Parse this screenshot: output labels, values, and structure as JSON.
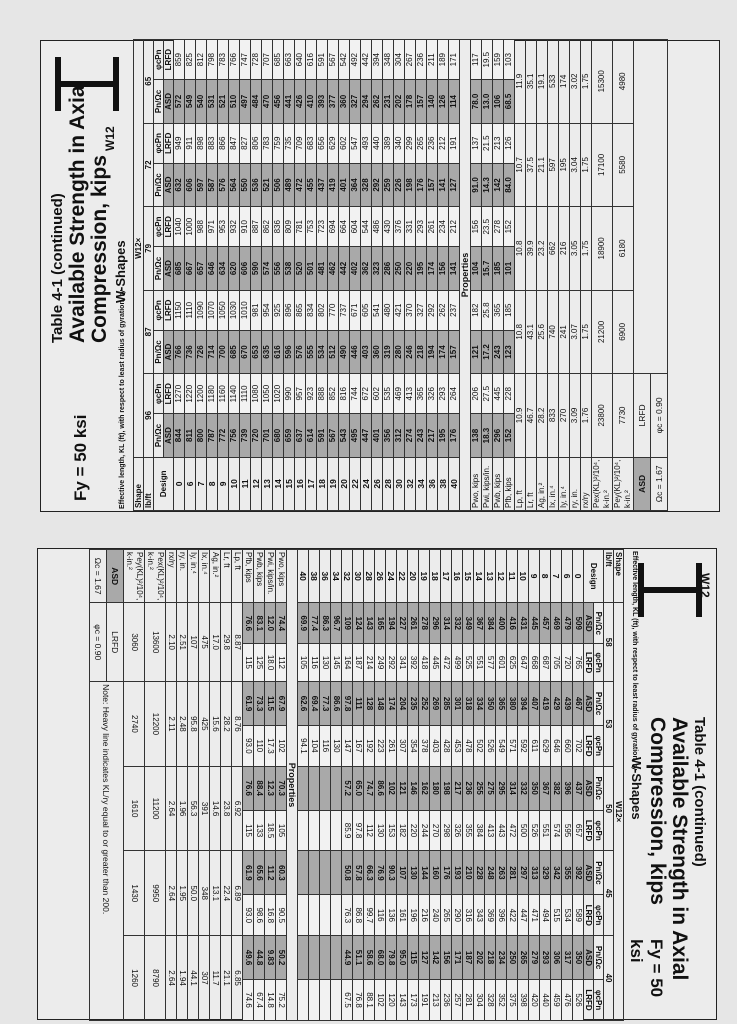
{
  "document": {
    "panels": [
      {
        "id": "upper",
        "table_title": "Table 4-1 (continued)",
        "main_title": "Available Strength in Axial Compression, kips",
        "subtitle": "W-Shapes",
        "fy": "Fy = 50 ksi",
        "shape_group": "W12",
        "shape_header": "W12×",
        "labels": {
          "shape": "Shape",
          "lbft": "lb/ft",
          "design": "Design",
          "asd_sym": "Pn/Ωc",
          "lrfd_sym": "φcPn",
          "asd": "ASD",
          "lrfd": "LRFD",
          "effective_length": "Effective length, KL (ft), with respect to least radius of gyration, ry",
          "properties": "Properties",
          "omega": "Ωc = 1.67",
          "phi": "φc = 0.90"
        },
        "weights": [
          "96",
          "87",
          "79",
          "72",
          "65"
        ],
        "kl": [
          "0",
          "6",
          "7",
          "8",
          "9",
          "10",
          "11",
          "12",
          "13",
          "14",
          "15",
          "16",
          "17",
          "18",
          "19",
          "20",
          "22",
          "24",
          "26",
          "28",
          "30",
          "32",
          "34",
          "36",
          "38",
          "40"
        ],
        "rows": [
          [
            "844",
            "1270",
            "766",
            "1150",
            "685",
            "1040",
            "632",
            "949",
            "572",
            "859"
          ],
          [
            "811",
            "1220",
            "736",
            "1110",
            "667",
            "1000",
            "606",
            "911",
            "549",
            "825"
          ],
          [
            "800",
            "1200",
            "726",
            "1090",
            "657",
            "988",
            "597",
            "898",
            "540",
            "812"
          ],
          [
            "787",
            "1180",
            "714",
            "1070",
            "646",
            "971",
            "587",
            "883",
            "531",
            "798"
          ],
          [
            "772",
            "1160",
            "700",
            "1050",
            "634",
            "953",
            "576",
            "866",
            "521",
            "783"
          ],
          [
            "756",
            "1140",
            "685",
            "1030",
            "620",
            "932",
            "564",
            "847",
            "510",
            "766"
          ],
          [
            "739",
            "1110",
            "670",
            "1010",
            "606",
            "910",
            "550",
            "827",
            "497",
            "747"
          ],
          [
            "720",
            "1080",
            "653",
            "981",
            "590",
            "887",
            "536",
            "806",
            "484",
            "728"
          ],
          [
            "701",
            "1050",
            "635",
            "954",
            "574",
            "862",
            "521",
            "783",
            "470",
            "707"
          ],
          [
            "680",
            "1020",
            "616",
            "925",
            "556",
            "836",
            "506",
            "759",
            "456",
            "685"
          ],
          [
            "659",
            "990",
            "596",
            "896",
            "538",
            "809",
            "489",
            "735",
            "441",
            "663"
          ],
          [
            "637",
            "957",
            "576",
            "865",
            "520",
            "781",
            "472",
            "709",
            "426",
            "640"
          ],
          [
            "614",
            "923",
            "555",
            "834",
            "501",
            "753",
            "455",
            "683",
            "410",
            "616"
          ],
          [
            "591",
            "888",
            "534",
            "802",
            "481",
            "723",
            "437",
            "656",
            "393",
            "591"
          ],
          [
            "567",
            "852",
            "512",
            "770",
            "462",
            "694",
            "419",
            "629",
            "377",
            "567"
          ],
          [
            "543",
            "816",
            "490",
            "737",
            "442",
            "664",
            "401",
            "602",
            "360",
            "542"
          ],
          [
            "495",
            "744",
            "446",
            "671",
            "402",
            "604",
            "364",
            "547",
            "327",
            "492"
          ],
          [
            "447",
            "672",
            "403",
            "605",
            "362",
            "544",
            "328",
            "493",
            "294",
            "442"
          ],
          [
            "401",
            "602",
            "360",
            "541",
            "323",
            "486",
            "292",
            "440",
            "262",
            "394"
          ],
          [
            "356",
            "535",
            "319",
            "480",
            "286",
            "430",
            "259",
            "389",
            "231",
            "348"
          ],
          [
            "312",
            "469",
            "280",
            "421",
            "250",
            "376",
            "226",
            "340",
            "202",
            "304"
          ],
          [
            "274",
            "413",
            "246",
            "370",
            "220",
            "331",
            "198",
            "299",
            "178",
            "267"
          ],
          [
            "243",
            "365",
            "218",
            "327",
            "195",
            "293",
            "176",
            "265",
            "157",
            "236"
          ],
          [
            "217",
            "326",
            "194",
            "292",
            "174",
            "261",
            "157",
            "236",
            "140",
            "211"
          ],
          [
            "195",
            "293",
            "174",
            "262",
            "156",
            "234",
            "141",
            "212",
            "126",
            "189"
          ],
          [
            "176",
            "264",
            "157",
            "237",
            "141",
            "212",
            "127",
            "191",
            "114",
            "171"
          ]
        ],
        "prop_labels_a": [
          "Pwo, kips",
          "Pwi, kips/in.",
          "Pwb, kips",
          "Pfb, kips"
        ],
        "prop_a": [
          [
            "138",
            "206",
            "121",
            "182",
            "104",
            "156",
            "91.0",
            "137",
            "78.0",
            "117"
          ],
          [
            "18.3",
            "27.5",
            "17.2",
            "25.8",
            "15.7",
            "23.5",
            "14.3",
            "21.5",
            "13.0",
            "19.5"
          ],
          [
            "296",
            "445",
            "243",
            "365",
            "185",
            "278",
            "142",
            "213",
            "106",
            "159"
          ],
          [
            "152",
            "228",
            "123",
            "185",
            "101",
            "152",
            "84.0",
            "126",
            "68.5",
            "103"
          ]
        ],
        "prop_labels_b": [
          "Lp, ft",
          "Lr, ft"
        ],
        "prop_b": [
          [
            "10.9",
            "10.8",
            "10.8",
            "10.7",
            "11.9"
          ],
          [
            "46.7",
            "43.1",
            "39.9",
            "37.5",
            "35.1"
          ]
        ],
        "prop_labels_c": [
          "Ag, in.²",
          "Ix, in.⁴",
          "Iy, in.⁴",
          "ry, in.",
          "rx/ry",
          "Pex(KL)²/10⁴, k-in.²",
          "Pey(KL)²/10⁴, k-in.²"
        ],
        "prop_c": [
          [
            "28.2",
            "25.6",
            "23.2",
            "21.1",
            "19.1"
          ],
          [
            "833",
            "740",
            "662",
            "597",
            "533"
          ],
          [
            "270",
            "241",
            "216",
            "195",
            "174"
          ],
          [
            "3.09",
            "3.07",
            "3.05",
            "3.04",
            "3.02"
          ],
          [
            "1.76",
            "1.75",
            "1.75",
            "1.75",
            "1.75"
          ],
          [
            "23800",
            "21200",
            "18900",
            "17100",
            "15300"
          ],
          [
            "7730",
            "6900",
            "6180",
            "5580",
            "4980"
          ]
        ]
      },
      {
        "id": "lower",
        "table_title": "Table 4-1 (continued)",
        "main_title": "Available Strength in Axial Compression, kips",
        "subtitle": "W-Shapes",
        "fy": "Fy = 50 ksi",
        "shape_group": "W12",
        "shape_header": "W12×",
        "labels": {
          "shape": "Shape",
          "lbft": "lb/ft",
          "design": "Design",
          "asd_sym": "Pn/Ωc",
          "lrfd_sym": "φcPn",
          "asd": "ASD",
          "lrfd": "LRFD",
          "effective_length": "Effective length, KL (ft), with respect to least radius of gyration, ry",
          "properties": "Properties",
          "omega": "Ωc = 1.67",
          "phi": "φc = 0.90",
          "note": "Note: Heavy line indicates KL/ry equal to or greater than 200."
        },
        "weights": [
          "58",
          "53",
          "50",
          "45",
          "40"
        ],
        "kl": [
          "0",
          "6",
          "7",
          "8",
          "9",
          "10",
          "11",
          "12",
          "13",
          "14",
          "15",
          "16",
          "17",
          "18",
          "19",
          "20",
          "22",
          "24",
          "26",
          "28",
          "30",
          "32",
          "34",
          "36",
          "38",
          "40"
        ],
        "rows": [
          [
            "509",
            "765",
            "467",
            "702",
            "437",
            "657",
            "392",
            "589",
            "350",
            "526"
          ],
          [
            "479",
            "720",
            "439",
            "660",
            "396",
            "595",
            "355",
            "534",
            "317",
            "476"
          ],
          [
            "469",
            "705",
            "429",
            "646",
            "382",
            "574",
            "342",
            "515",
            "306",
            "459"
          ],
          [
            "457",
            "687",
            "419",
            "629",
            "367",
            "551",
            "329",
            "494",
            "293",
            "440"
          ],
          [
            "445",
            "668",
            "407",
            "611",
            "350",
            "526",
            "313",
            "471",
            "279",
            "420"
          ],
          [
            "431",
            "647",
            "394",
            "592",
            "332",
            "500",
            "297",
            "447",
            "265",
            "398"
          ],
          [
            "416",
            "625",
            "380",
            "571",
            "314",
            "472",
            "281",
            "422",
            "250",
            "375"
          ],
          [
            "400",
            "601",
            "365",
            "549",
            "295",
            "443",
            "263",
            "396",
            "234",
            "352"
          ],
          [
            "384",
            "577",
            "350",
            "526",
            "275",
            "413",
            "248",
            "369",
            "218",
            "328"
          ],
          [
            "367",
            "551",
            "334",
            "502",
            "255",
            "384",
            "228",
            "343",
            "202",
            "304"
          ],
          [
            "349",
            "525",
            "318",
            "478",
            "236",
            "355",
            "210",
            "316",
            "187",
            "281"
          ],
          [
            "332",
            "499",
            "301",
            "453",
            "217",
            "326",
            "193",
            "290",
            "171",
            "257"
          ],
          [
            "314",
            "472",
            "285",
            "428",
            "198",
            "298",
            "176",
            "265",
            "156",
            "236"
          ],
          [
            "296",
            "445",
            "269",
            "403",
            "180",
            "270",
            "160",
            "240",
            "142",
            "213"
          ],
          [
            "278",
            "418",
            "252",
            "378",
            "162",
            "244",
            "144",
            "216",
            "127",
            "191"
          ],
          [
            "261",
            "392",
            "235",
            "354",
            "146",
            "220",
            "130",
            "196",
            "115",
            "173"
          ],
          [
            "227",
            "341",
            "204",
            "307",
            "121",
            "182",
            "107",
            "161",
            "95.0",
            "143"
          ],
          [
            "194",
            "292",
            "174",
            "261",
            "102",
            "153",
            "90.3",
            "136",
            "79.8",
            "120"
          ],
          [
            "165",
            "249",
            "148",
            "223",
            "86.6",
            "130",
            "76.9",
            "116",
            "68.0",
            "102"
          ],
          [
            "143",
            "214",
            "128",
            "192",
            "74.7",
            "112",
            "66.3",
            "99.7",
            "58.6",
            "88.1"
          ],
          [
            "124",
            "187",
            "111",
            "167",
            "65.0",
            "97.8",
            "57.8",
            "86.8",
            "51.1",
            "76.8"
          ],
          [
            "109",
            "164",
            "97.8",
            "147",
            "57.2",
            "85.9",
            "50.8",
            "76.3",
            "44.9",
            "67.5"
          ],
          [
            "96.7",
            "145",
            "86.6",
            "130",
            "",
            "",
            "",
            "",
            "",
            ""
          ],
          [
            "86.3",
            "130",
            "77.3",
            "116",
            "",
            "",
            "",
            "",
            "",
            ""
          ],
          [
            "77.4",
            "116",
            "69.4",
            "104",
            "",
            "",
            "",
            "",
            "",
            ""
          ],
          [
            "69.9",
            "105",
            "62.6",
            "94.1",
            "",
            "",
            "",
            "",
            "",
            ""
          ]
        ],
        "prop_labels_a": [
          "Pwo, kips",
          "Pwi, kips/in.",
          "Pwb, kips",
          "Pfb, kips"
        ],
        "prop_a": [
          [
            "74.4",
            "112",
            "67.9",
            "102",
            "70.3",
            "105",
            "60.3",
            "90.5",
            "50.2",
            "75.2"
          ],
          [
            "12.0",
            "18.0",
            "11.5",
            "17.3",
            "12.3",
            "18.5",
            "11.2",
            "16.8",
            "9.83",
            "14.8"
          ],
          [
            "83.1",
            "125",
            "73.3",
            "110",
            "88.4",
            "133",
            "65.6",
            "98.6",
            "44.8",
            "67.4"
          ],
          [
            "76.6",
            "115",
            "61.9",
            "93.0",
            "76.6",
            "115",
            "61.9",
            "93.0",
            "49.6",
            "74.6"
          ]
        ],
        "prop_labels_b": [
          "Lp, ft",
          "Lr, ft"
        ],
        "prop_b": [
          [
            "8.87",
            "8.76",
            "6.92",
            "6.89",
            "6.85"
          ],
          [
            "29.8",
            "28.2",
            "23.8",
            "22.4",
            "21.1"
          ]
        ],
        "prop_labels_c": [
          "Ag, in.²",
          "Ix, in.⁴",
          "Iy, in.⁴",
          "ry, in.",
          "rx/ry",
          "Pex(KL)²/10⁴, k-in.²",
          "Pey(KL)²/10⁴, k-in.²"
        ],
        "prop_c": [
          [
            "17.0",
            "15.6",
            "14.6",
            "13.1",
            "11.7"
          ],
          [
            "475",
            "425",
            "391",
            "348",
            "307"
          ],
          [
            "107",
            "95.8",
            "56.3",
            "50.0",
            "44.1"
          ],
          [
            "2.51",
            "2.48",
            "1.96",
            "1.95",
            "1.94"
          ],
          [
            "2.10",
            "2.11",
            "2.64",
            "2.64",
            "2.64"
          ],
          [
            "13600",
            "12200",
            "11200",
            "9950",
            "8790"
          ],
          [
            "3060",
            "2740",
            "1610",
            "1430",
            "1260"
          ]
        ]
      }
    ]
  }
}
